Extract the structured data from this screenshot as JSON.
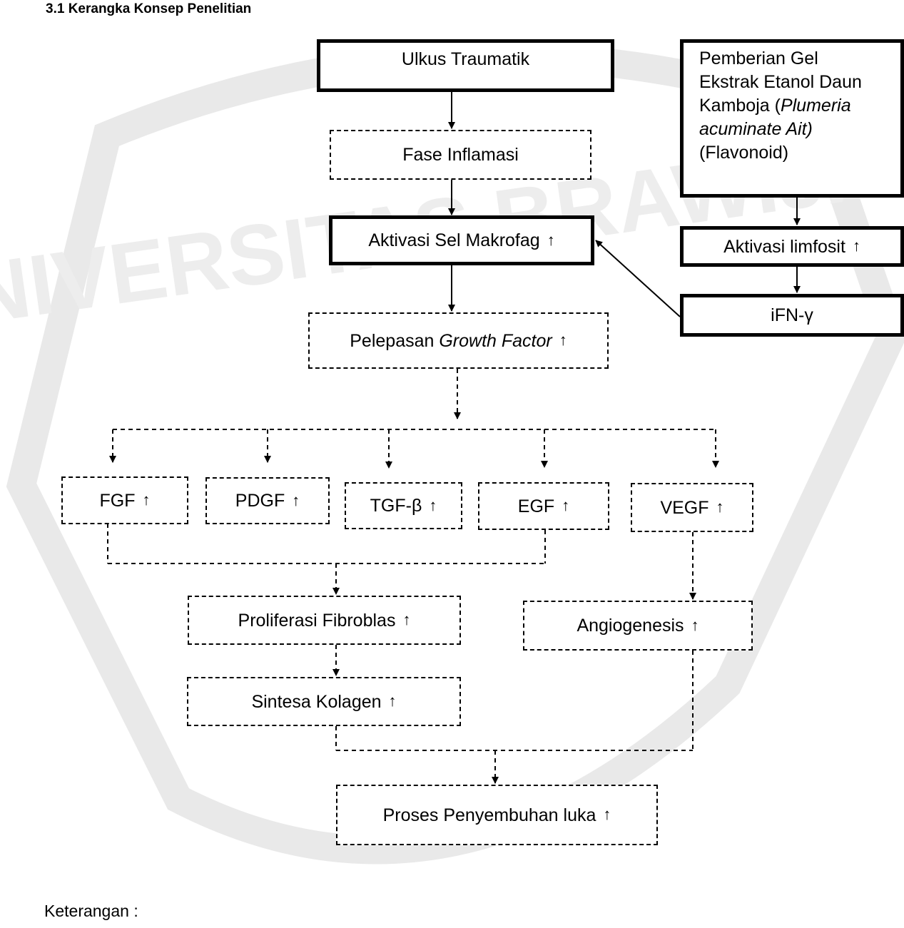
{
  "section_title": "3.1 Kerangka Konsep Penelitian",
  "footer_note": "Keterangan :",
  "watermark_text": "UNIVERSITAS BRAWIJAYA",
  "watermark_color": "#e6e6e6",
  "increase_symbol": "↑",
  "nodes": {
    "ulkus": "Ulkus Traumatik",
    "fase": "Fase Inflamasi",
    "makrofag": "Aktivasi Sel Makrofag",
    "growth_prefix": "Pelepasan ",
    "growth_em": "Growth Factor",
    "fgf": "FGF",
    "pdgf": "PDGF",
    "tgf": "TGF-β",
    "egf": "EGF",
    "vegf": "VEGF",
    "fibroblas": "Proliferasi Fibroblas",
    "angio": "Angiogenesis",
    "kolagen": "Sintesa Kolagen",
    "luka": "Proses Penyembuhan luka",
    "limfosit": "Aktivasi limfosit",
    "ifn": "iFN-γ"
  },
  "treatment": {
    "line1": "Pemberian Gel",
    "line2": "Ekstrak Etanol Daun",
    "line3_prefix": "Kamboja (",
    "line3_em": "Plumeria",
    "line4_em": "acuminate Ait)",
    "line5": "(Flavonoid)"
  }
}
